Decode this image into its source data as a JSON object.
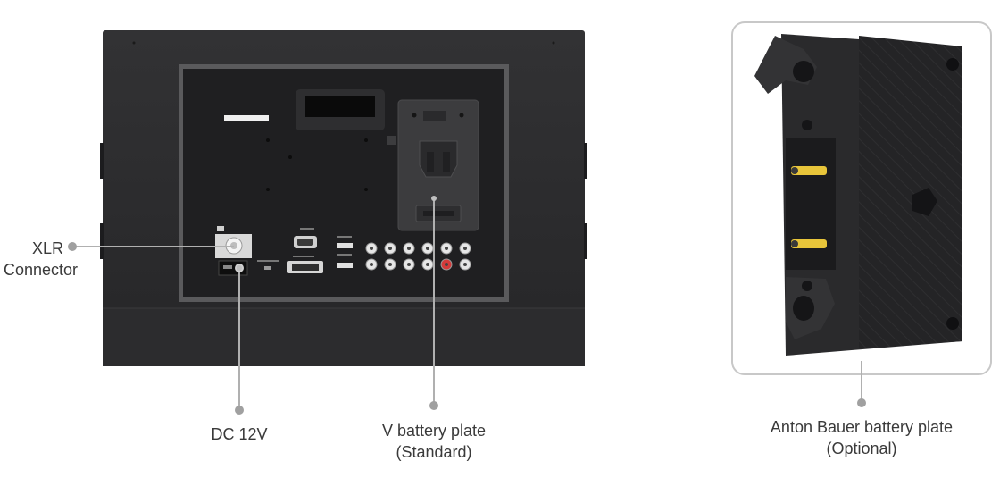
{
  "callouts": {
    "xlr": {
      "line1": "XLR",
      "line2": "Connector"
    },
    "dc": {
      "line1": "DC 12V"
    },
    "vplate": {
      "line1": "V battery plate",
      "line2": "(Standard)"
    },
    "anton": {
      "line1": "Anton Bauer battery plate",
      "line2": "(Optional)"
    }
  },
  "colors": {
    "monitor_body": "#2a2a2c",
    "inner_frame": "#58585a",
    "panel": "#1e1e20",
    "plate": "#3c3c3e",
    "callout_line": "#b0b0b0",
    "callout_dot": "#a0a0a0",
    "accent_gold": "#e8c53a",
    "accent_red": "#d43a3a"
  }
}
